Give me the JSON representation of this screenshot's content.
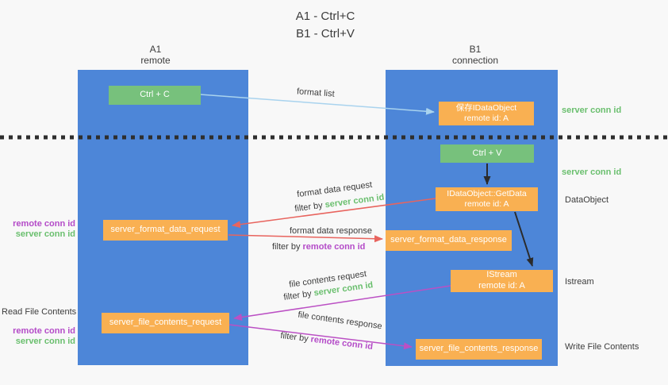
{
  "title": {
    "line1": "A1 - Ctrl+C",
    "line2": "B1 - Ctrl+V"
  },
  "columns": {
    "a1": {
      "name": "A1",
      "subtitle": "remote"
    },
    "b1": {
      "name": "B1",
      "subtitle": "connection"
    }
  },
  "boxes": {
    "ctrl_c": {
      "label": "Ctrl + C"
    },
    "ctrl_v": {
      "label": "Ctrl + V"
    },
    "save_dataobject": {
      "line1": "保存IDataObject",
      "line2": "remote id: A"
    },
    "getdata": {
      "line1": "IDataObject::GetData",
      "line2": "remote id: A"
    },
    "istream": {
      "line1": "IStream",
      "line2": "remote id: A"
    },
    "server_format_data_request": {
      "label": "server_format_data_request"
    },
    "server_format_data_response": {
      "label": "server_format_data_response"
    },
    "server_file_contents_request": {
      "label": "server_file_contents_request"
    },
    "server_file_contents_response": {
      "label": "server_file_contents_response"
    }
  },
  "side_labels": {
    "server_conn_id": "server conn id",
    "remote_conn_id": "remote conn id",
    "dataobject": "DataObject",
    "istream": "Istream",
    "read_file_contents": "Read File Contents",
    "write_file_contents": "Write File Contents"
  },
  "arrow_labels": {
    "format_list": "format list",
    "format_data_request": "format data request",
    "format_data_response": "format data response",
    "file_contents_request": "file contents request",
    "file_contents_response": "file contents response",
    "filter_by": "filter by ",
    "server_conn_id": "server conn id",
    "remote_conn_id": "remote conn id"
  },
  "colors": {
    "lane_blue": "#4d86d8",
    "box_green": "#77c17c",
    "box_orange": "#f9b052",
    "arrow_light_blue": "#a9d3ee",
    "arrow_red": "#e8645e",
    "arrow_purple": "#bb50c4",
    "arrow_black": "#2b2b2b",
    "label_green": "#6abf6e",
    "label_purple": "#b44bc8",
    "background": "#f8f8f8"
  }
}
